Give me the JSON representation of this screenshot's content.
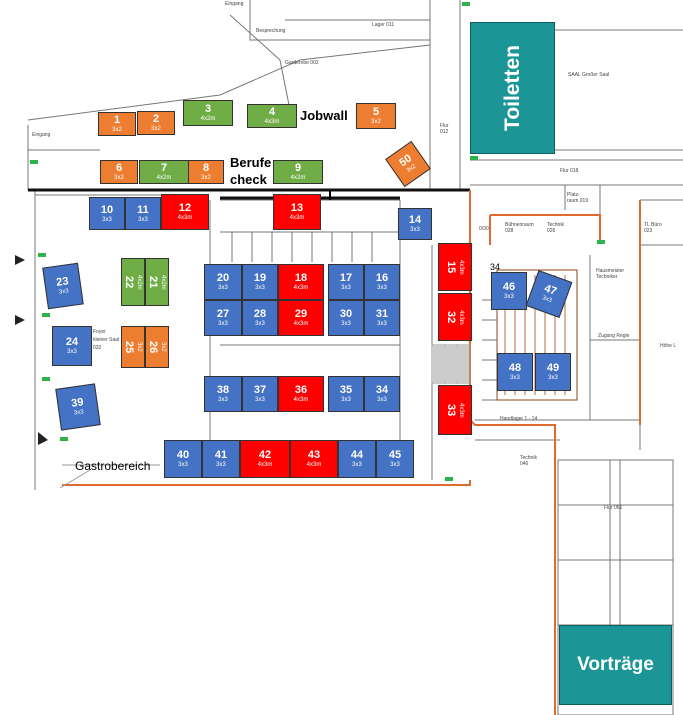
{
  "labels": {
    "toilets": "Toiletten",
    "talks": "Vorträge",
    "jobwall": "Jobwall",
    "career_check": "Berufe\ncheck",
    "gastro": "Gastrobereich"
  },
  "room_labels": {
    "eingang_top": "Eingang",
    "lager": "Lager 011",
    "besprechung": "Besprechung",
    "garderobe": "Garderobe 002",
    "eingang_left": "Eingang",
    "flur_012": "Flur\n012",
    "saal": "SAAL Großer Saal",
    "flur_018": "Flur 018",
    "platz": "Platz-\nraum 019",
    "buehnenraum": "Bühnenraum\n028",
    "technik_026": "Technik\n026",
    "tl_buero": "TL Büro\n023",
    "raum_030": "0/30",
    "hausmeister": "Hausmeister\nTechniker",
    "zugang": "Zugang Regie",
    "hoehe": "Höhe L",
    "foyer": "Foyer\nkleiner Saal\n032",
    "handlager": "Handlager 1 - 14",
    "technik_046": "Technik\n046",
    "flur_061": "Flur 061"
  },
  "booth_34_label": "34",
  "colors": {
    "blue": "#4472c4",
    "red": "#ff0000",
    "orange": "#ed7d31",
    "green": "#70ad47",
    "teal": "#1b9595"
  },
  "booths": [
    {
      "id": "1",
      "size": "3x2",
      "color": "orange"
    },
    {
      "id": "2",
      "size": "3x2",
      "color": "orange"
    },
    {
      "id": "3",
      "size": "4x2m",
      "color": "green"
    },
    {
      "id": "4",
      "size": "4x3m",
      "color": "green"
    },
    {
      "id": "5",
      "size": "3x2",
      "color": "orange"
    },
    {
      "id": "6",
      "size": "3x2",
      "color": "orange"
    },
    {
      "id": "7",
      "size": "4x2m",
      "color": "green"
    },
    {
      "id": "8",
      "size": "3x2",
      "color": "orange"
    },
    {
      "id": "9",
      "size": "4x2m",
      "color": "green"
    },
    {
      "id": "50",
      "size": "3x2",
      "color": "orange"
    },
    {
      "id": "10",
      "size": "3x3",
      "color": "blue"
    },
    {
      "id": "11",
      "size": "3x3",
      "color": "blue"
    },
    {
      "id": "12",
      "size": "4x3m",
      "color": "red"
    },
    {
      "id": "13",
      "size": "4x3m",
      "color": "red"
    },
    {
      "id": "14",
      "size": "3x3",
      "color": "blue"
    },
    {
      "id": "15",
      "size": "4x3m",
      "color": "red"
    },
    {
      "id": "32",
      "size": "4x3m",
      "color": "red"
    },
    {
      "id": "33",
      "size": "4x3m",
      "color": "red"
    },
    {
      "id": "23",
      "size": "3x3",
      "color": "blue"
    },
    {
      "id": "22",
      "size": "4x2m",
      "color": "green"
    },
    {
      "id": "21",
      "size": "4x2m",
      "color": "green"
    },
    {
      "id": "20",
      "size": "3x3",
      "color": "blue"
    },
    {
      "id": "19",
      "size": "3x3",
      "color": "blue"
    },
    {
      "id": "18",
      "size": "4x3m",
      "color": "red"
    },
    {
      "id": "17",
      "size": "3x3",
      "color": "blue"
    },
    {
      "id": "16",
      "size": "3x3",
      "color": "blue"
    },
    {
      "id": "27",
      "size": "3x3",
      "color": "blue"
    },
    {
      "id": "28",
      "size": "3x3",
      "color": "blue"
    },
    {
      "id": "29",
      "size": "4x3m",
      "color": "red"
    },
    {
      "id": "30",
      "size": "3x3",
      "color": "blue"
    },
    {
      "id": "31",
      "size": "3x3",
      "color": "blue"
    },
    {
      "id": "24",
      "size": "3x3",
      "color": "blue"
    },
    {
      "id": "25",
      "size": "3x2",
      "color": "orange"
    },
    {
      "id": "26",
      "size": "3x2",
      "color": "orange"
    },
    {
      "id": "46",
      "size": "3x3",
      "color": "blue"
    },
    {
      "id": "47",
      "size": "3x3",
      "color": "blue"
    },
    {
      "id": "48",
      "size": "3x3",
      "color": "blue"
    },
    {
      "id": "49",
      "size": "3x3",
      "color": "blue"
    },
    {
      "id": "38",
      "size": "3x3",
      "color": "blue"
    },
    {
      "id": "37",
      "size": "3x3",
      "color": "blue"
    },
    {
      "id": "36",
      "size": "4x3m",
      "color": "red"
    },
    {
      "id": "35",
      "size": "3x3",
      "color": "blue"
    },
    {
      "id": "34",
      "size": "3x3",
      "color": "blue"
    },
    {
      "id": "39",
      "size": "3x3",
      "color": "blue"
    },
    {
      "id": "40",
      "size": "3x3",
      "color": "blue"
    },
    {
      "id": "41",
      "size": "3x3",
      "color": "blue"
    },
    {
      "id": "42",
      "size": "4x3m",
      "color": "red"
    },
    {
      "id": "43",
      "size": "4x3m",
      "color": "red"
    },
    {
      "id": "44",
      "size": "3x3",
      "color": "blue"
    },
    {
      "id": "45",
      "size": "3x3",
      "color": "blue"
    }
  ]
}
